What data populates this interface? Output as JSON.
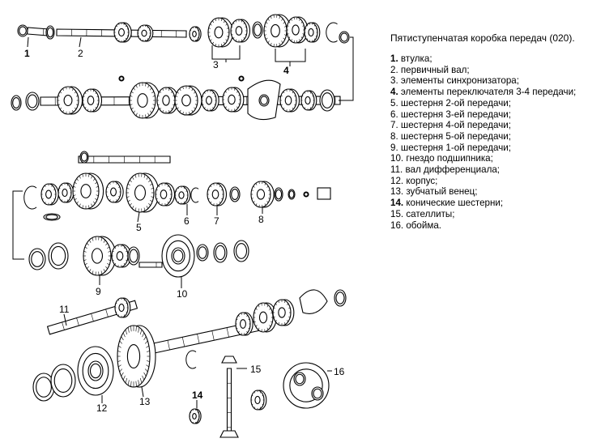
{
  "legend": {
    "title": "Пятиступенчатая коробка передач (020).",
    "items": [
      {
        "num": "1.",
        "text": " втулка;",
        "bold": true
      },
      {
        "num": "2.",
        "text": " первичный вал;",
        "bold": false
      },
      {
        "num": "3.",
        "text": " элементы синхронизатора;",
        "bold": false
      },
      {
        "num": "4.",
        "text": " элементы переключателя 3-4 передачи;",
        "bold": true
      },
      {
        "num": "5.",
        "text": " шестерня 2-ой передачи;",
        "bold": false
      },
      {
        "num": "6.",
        "text": " шестерня 3-ей передачи;",
        "bold": false
      },
      {
        "num": "7.",
        "text": " шестерня 4-ой передачи;",
        "bold": false
      },
      {
        "num": "8.",
        "text": " шестерня 5-ой передачи;",
        "bold": false
      },
      {
        "num": "9.",
        "text": " шестерня 1-ой передачи;",
        "bold": false
      },
      {
        "num": "10.",
        "text": " гнездо подшипника;",
        "bold": false
      },
      {
        "num": "11.",
        "text": " вал дифференциала;",
        "bold": false
      },
      {
        "num": "12.",
        "text": " корпус;",
        "bold": false
      },
      {
        "num": "13.",
        "text": " зубчатый венец;",
        "bold": false
      },
      {
        "num": "14.",
        "text": " конические шестерни;",
        "bold": true
      },
      {
        "num": "15.",
        "text": " сателлиты;",
        "bold": false
      },
      {
        "num": "16.",
        "text": " обойма.",
        "bold": false
      }
    ]
  },
  "callouts": [
    "1",
    "2",
    "3",
    "4",
    "5",
    "6",
    "7",
    "8",
    "9",
    "10",
    "11",
    "12",
    "13",
    "14",
    "15",
    "16"
  ]
}
